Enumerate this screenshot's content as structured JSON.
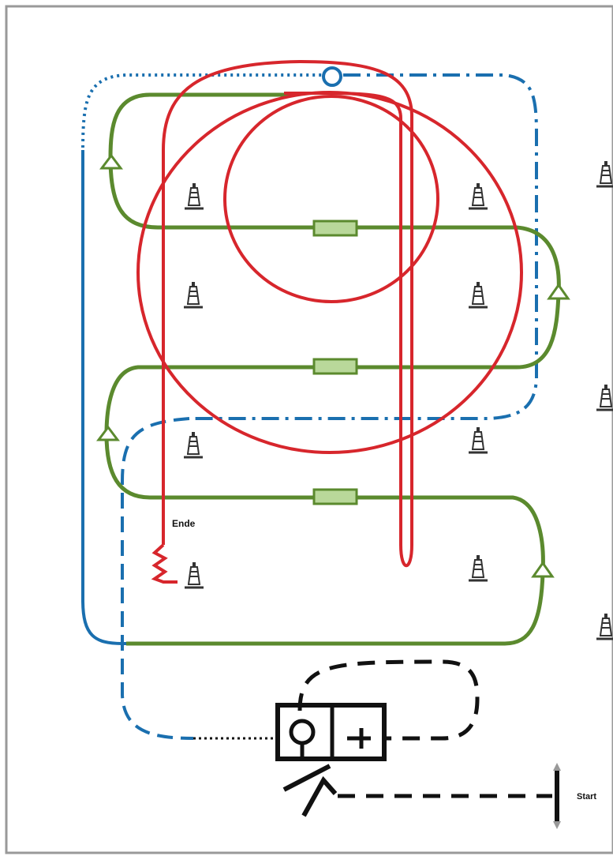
{
  "labels": {
    "end": "Ende",
    "start": "Start"
  },
  "colors": {
    "red": "#d7262c",
    "green": "#5b8a2e",
    "blue": "#1a6faf",
    "black": "#111111",
    "border": "#999999",
    "marker_fill": "#b9d89a"
  },
  "icons": {
    "cone": "traffic-cone-icon",
    "arrow": "direction-arrow-icon",
    "marker": "rectangle-marker",
    "circle": "circle-marker"
  }
}
